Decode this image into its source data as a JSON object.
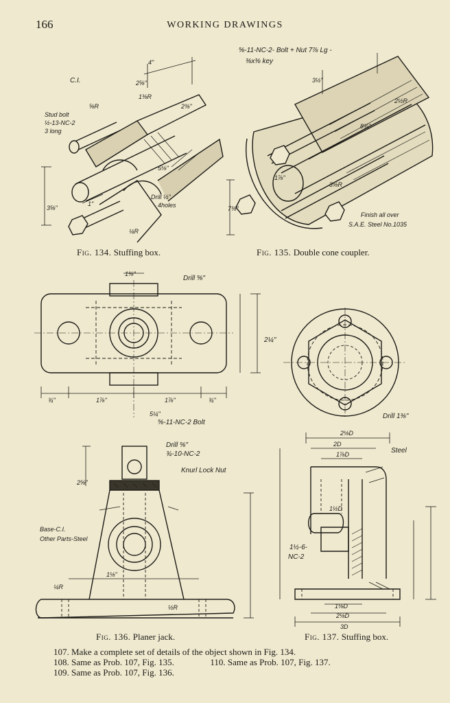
{
  "header": {
    "page_number": "166",
    "running_title": "WORKING DRAWINGS"
  },
  "figures": {
    "fig134": {
      "label": "Fig. 134.",
      "title": "Stuffing box.",
      "notes": {
        "material": "C.I.",
        "stud_bolt_1": "Stud bolt",
        "stud_bolt_2": "½-13-NC-2",
        "stud_bolt_3": "3 long",
        "drill": "Drill ½\"",
        "holes": "4holes",
        "r_small": "¼R",
        "d1": "4\"",
        "d2": "2⅝\"",
        "d3": "1⅜R",
        "d4": "2⅜\"",
        "d5": "3⅝\"",
        "d6": "1\"",
        "d7": "5⅛\"",
        "d8": "⅝R"
      }
    },
    "fig135": {
      "label": "Fig. 135.",
      "title": "Double cone coupler.",
      "notes": {
        "bolt_line": "⅝-11-NC-2- Bolt + Nut 7⅞ Lg -",
        "key": "⅜x⅜ key",
        "finish": "Finish all over",
        "steel": "S.A.E. Steel No.1035",
        "d1": "3½\"",
        "d2": "2½R",
        "d3": "8¾\"",
        "d4": "3⅝R",
        "d5": "7⅜\"",
        "d6": "1⅞\""
      }
    },
    "fig136": {
      "label": "Fig. 136.",
      "title": "Planer jack.",
      "notes": {
        "drill_top": "Drill ⅝\"",
        "bolt": "⅝-11-NC-2 Bolt",
        "bolt_len": "5¼\"",
        "d_top": "1⅜\"",
        "d_height": "2¼\"",
        "d_w1": "¾\"",
        "d_w2": "1⅞\"",
        "d_w3": "1⅞\"",
        "d_w4": "¾\"",
        "drill_small": "Drill ⅝\"",
        "thread": "¾-10-NC-2",
        "knurl": "Knurl Lock Nut",
        "base": "Base-C.I.",
        "other": "Other Parts-Steel",
        "r1": "¼R",
        "r2": "½R",
        "d_side": "1⅛\"",
        "d_tall": "2⅝\""
      }
    },
    "fig137": {
      "label": "Fig. 137.",
      "title": "Stuffing box.",
      "notes": {
        "drill": "Drill 1⅜\"",
        "steel": "Steel",
        "thread_1": "1½-6-",
        "thread_2": "NC-2",
        "d1": "2⅛D",
        "d2": "2D",
        "d3": "1⅞D",
        "d4": "1½D",
        "d5": "1⅛D",
        "d6": "2⅛D",
        "d7": "3D"
      }
    }
  },
  "problems": [
    {
      "number": "107.",
      "text": "Make a complete set of details of the object shown in Fig. 134."
    },
    {
      "number": "108.",
      "text": "Same as Prob. 107, Fig. 135."
    },
    {
      "number": "109.",
      "text": "Same as Prob. 107, Fig. 136."
    },
    {
      "number": "110.",
      "text": "Same as Prob. 107, Fig. 137."
    }
  ]
}
